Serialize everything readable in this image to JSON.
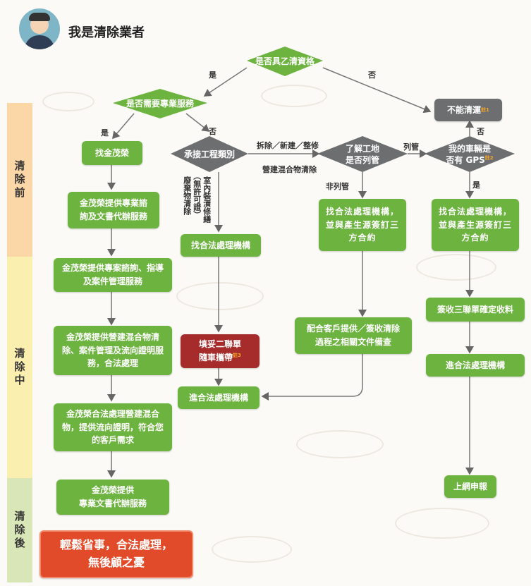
{
  "header": {
    "title": "我是清除業者"
  },
  "phases": {
    "before": "清除前",
    "during": "清除中",
    "after": "清除後"
  },
  "diamonds": {
    "qualification": "是否具乙清資格",
    "professional": "是否需要專業服務",
    "project_type": "承接工程類別",
    "site_listed_line1": "了解工地",
    "site_listed_line2": "是否列管",
    "gps_line1": "我的車輛是",
    "gps_line2": "否有 GPS"
  },
  "boxes": {
    "cannot_clear": "不能清運",
    "find_jinmaorong": "找金茂榮",
    "consult_docs": "金茂榮提供專業諮詢及文書代辦服務",
    "consult_guide": "金茂榮提供專案諮詢、指導及案件管理服務",
    "provide_clear": "金茂榮提供營建混合物清除、案件管理及流向證明服務，合法處理",
    "legal_process": "金茂榮合法處理營建混合物，提供流向證明，符合您的客戶需求",
    "doc_service_line1": "金茂榮提供",
    "doc_service_line2": "專業文書代辦服務",
    "slogan_line1": "輕鬆省事，合法處理，",
    "slogan_line2": "無後顧之憂",
    "find_legal_mid": "找合法處理機構",
    "fill_form_line1": "填妥二聯單",
    "fill_form_line2": "隨車攜帶",
    "enter_legal_mid": "進合法處理機構",
    "find_legal_contract_a": "找合法處理機構，並與產生源簽訂三方合約",
    "coordinate_docs": "配合客戶提供／簽收清除過程之相關文件備查",
    "find_legal_contract_b": "找合法處理機構，並與產生源簽訂三方合約",
    "sign_form": "簽收三聯單確定收料",
    "enter_legal_right": "進合法處理機構",
    "online_report": "上網申報"
  },
  "notes": {
    "n1": "註1",
    "n2": "註2",
    "n3": "註3"
  },
  "labels": {
    "yes_top": "是",
    "no_top": "否",
    "yes_left": "是",
    "no_left": "否",
    "demolish": "拆除／新建／整修",
    "mixed_clear": "營建混合物清除",
    "listed": "列管",
    "not_listed": "非列管",
    "gps_no": "否",
    "gps_yes": "是",
    "interior": "室內裝潢修繕",
    "no_permit": "（無許可證）",
    "waste_clear": "廢棄物清除"
  },
  "colors": {
    "green": "#6db33f",
    "gray": "#6d6e70",
    "red": "#a62c2b",
    "orange": "#e24b29",
    "before": "#fbd7a8",
    "during": "#fbefb0",
    "after": "#d8e6b8"
  }
}
